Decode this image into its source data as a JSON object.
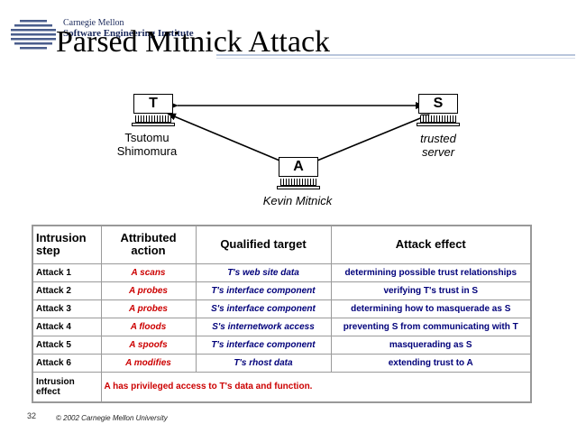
{
  "header": {
    "org_line1": "Carnegie Mellon",
    "org_line2": "Software Engineering Institute",
    "title": "Parsed Mitnick Attack"
  },
  "diagram": {
    "nodes": {
      "T": {
        "letter": "T",
        "label_line1": "Tsutomu",
        "label_line2": "Shimomura"
      },
      "S": {
        "letter": "S",
        "label_line1": "trusted",
        "label_line2": "server"
      },
      "A": {
        "letter": "A",
        "label_line1": "Kevin Mitnick"
      }
    }
  },
  "table": {
    "headers": [
      "Intrusion step",
      "Attributed action",
      "Qualified target",
      "Attack effect"
    ],
    "rows": [
      {
        "step": "Attack 1",
        "action": "A scans",
        "target": "T's web site data",
        "effect": "determining possible trust relationships"
      },
      {
        "step": "Attack 2",
        "action": "A probes",
        "target": "T's interface component",
        "effect": "verifying T's trust in S"
      },
      {
        "step": "Attack 3",
        "action": "A probes",
        "target": "S's interface component",
        "effect": "determining how to masquerade as S"
      },
      {
        "step": "Attack 4",
        "action": "A floods",
        "target": "S's internetwork access",
        "effect": "preventing S from communicating with T"
      },
      {
        "step": "Attack 5",
        "action": "A spoofs",
        "target": "T's interface component",
        "effect": "masquerading as S"
      },
      {
        "step": "Attack 6",
        "action": "A modifies",
        "target": "T's rhost data",
        "effect": "extending trust to A"
      }
    ],
    "footer_label": "Intrusion effect",
    "footer_text": "A has privileged access to T's data and function."
  },
  "footer": {
    "page_number": "32",
    "copyright": "© 2002 Carnegie Mellon University"
  },
  "colors": {
    "action_red": "#cc0000",
    "target_blue": "#00007a",
    "rule": "#b9c6dc"
  }
}
